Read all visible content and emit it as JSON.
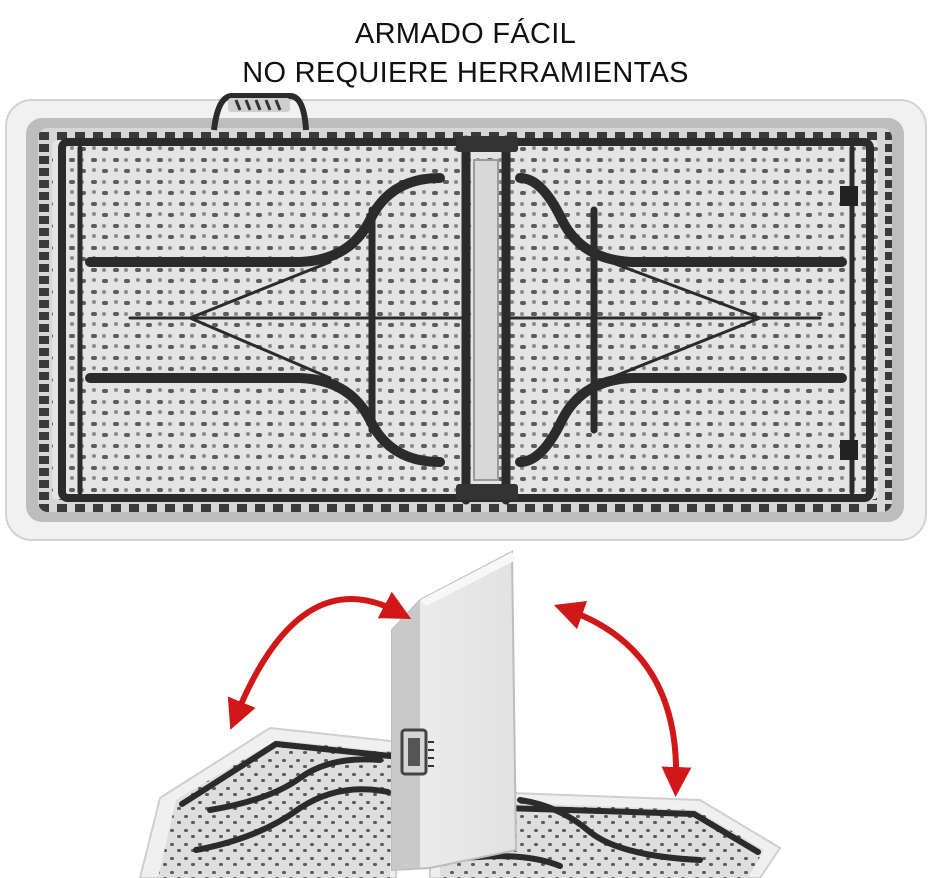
{
  "headline": {
    "line1": "ARMADO FÁCIL",
    "line2": "NO REQUIERE HERRAMIENTAS"
  },
  "colors": {
    "table_surface": "#e6e6e6",
    "table_border": "#f1f1f1",
    "frame_steel": "#2b2b2b",
    "arrow": "#d01818"
  },
  "icons": [
    "folding-table-underside",
    "folded-table",
    "rotate-arrow-left",
    "rotate-arrow-right"
  ]
}
